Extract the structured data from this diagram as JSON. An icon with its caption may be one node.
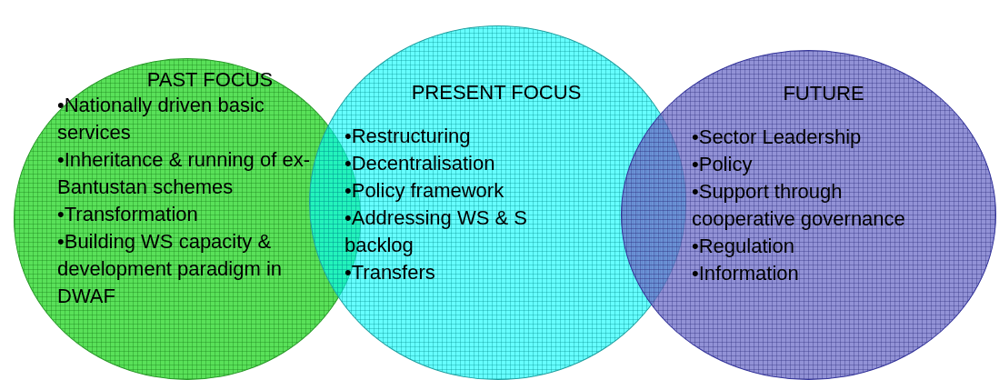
{
  "diagram": {
    "nodes": [
      {
        "text": [
          "PAST FOCUS",
          "•Nationally driven basic services",
          "•Inheritance & running of ex-Bantustan schemes",
          "•Transformation",
          "•Building WS capacity & development paradigm in DWAF"
        ]
      },
      {
        "text": [
          "PRESENT FOCUS",
          "•Restructuring",
          "•Decentralisation",
          "•Policy framework",
          "•Addressing WS & S backlog",
          "•Transfers"
        ]
      },
      {
        "text": [
          "FUTURE",
          "•Sector Leadership",
          "•Policy",
          "•Support through cooperative governance",
          "•Regulation",
          "•Information"
        ]
      }
    ]
  }
}
